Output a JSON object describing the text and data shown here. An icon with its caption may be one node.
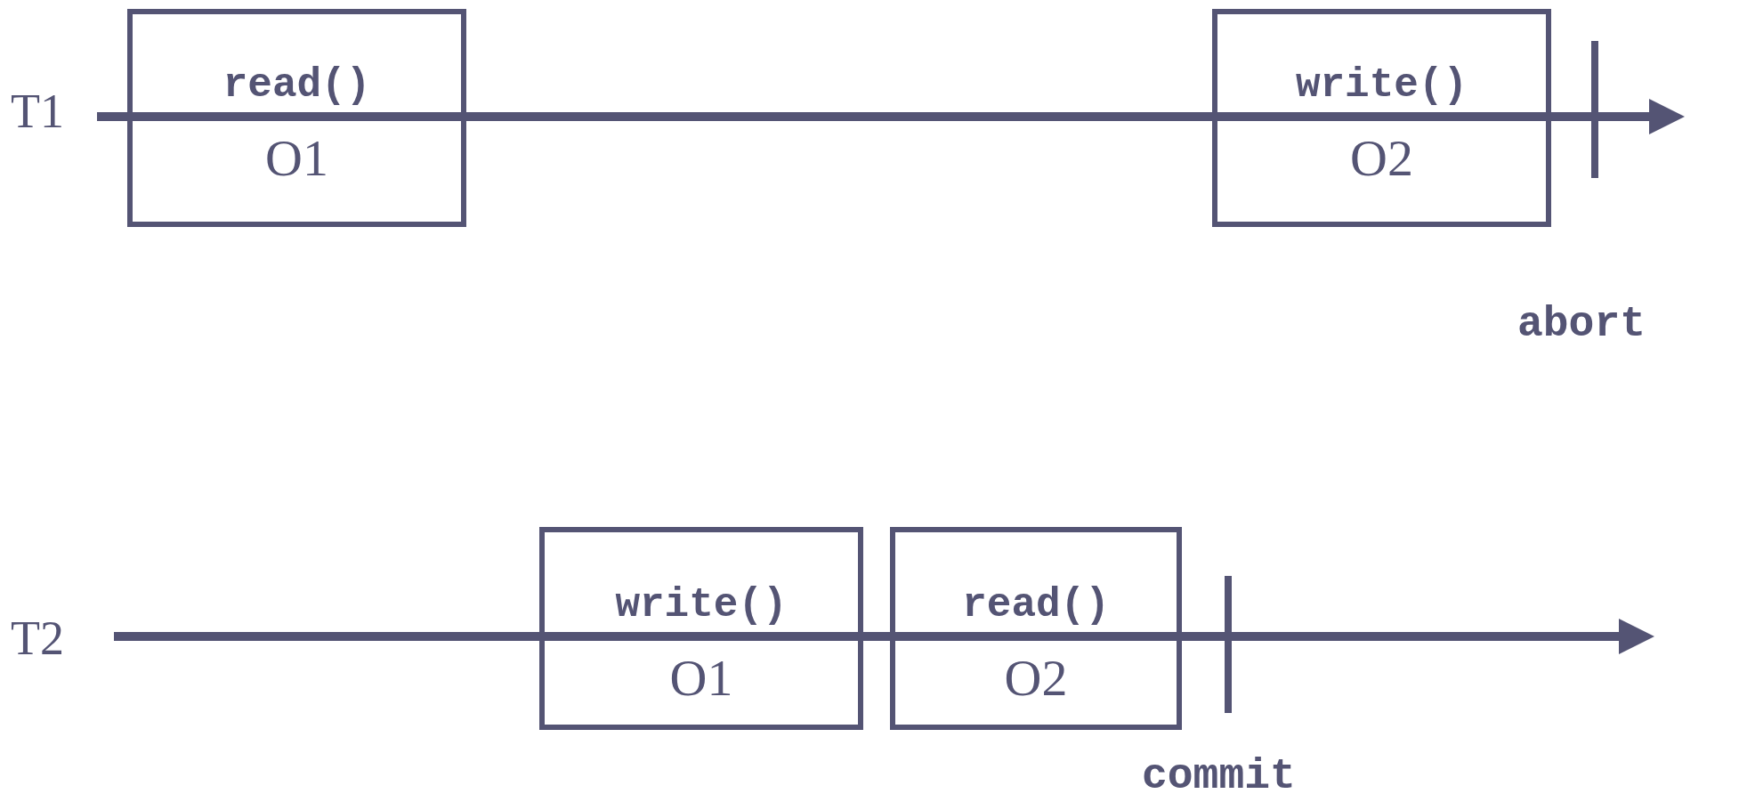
{
  "diagram": {
    "nodes": [
      {
        "text": [
          "read()",
          "O1"
        ]
      },
      {
        "text": [
          "write()",
          "O2"
        ]
      },
      {
        "text": [
          "write()",
          "O1"
        ]
      },
      {
        "text": [
          "read()",
          "O2"
        ]
      }
    ],
    "labels": [
      "T1",
      "abort",
      "T2",
      "commit"
    ]
  }
}
